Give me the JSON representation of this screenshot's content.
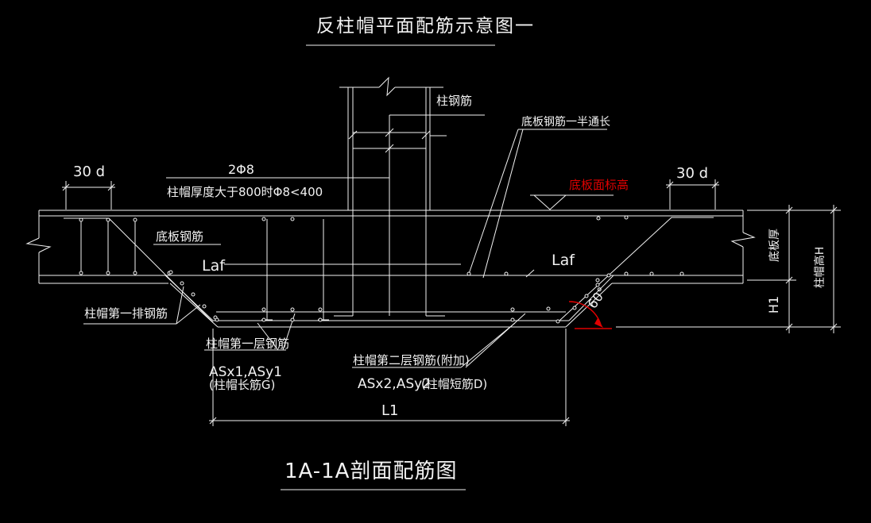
{
  "colors": {
    "background": "#000000",
    "line": "#f2f2f2",
    "annotation_red": "#e00000"
  },
  "titles": {
    "top": "反柱帽平面配筋示意图一",
    "bottom": "1A-1A剖面配筋图"
  },
  "labels": {
    "column_rebar": "柱钢筋",
    "slab_rebar_half_length": "底板钢筋一半通长",
    "slab_top_elevation": "底板面标高",
    "dim_30d_left": "30 d",
    "dim_30d_right": "30 d",
    "bars_2phi8": "2Φ8",
    "cap_thickness_note": "柱帽厚度大于800时Φ8<400",
    "slab_bottom_rebar": "底板钢筋",
    "laf_left": "Laf",
    "laf_right": "Laf",
    "cap_first_row_rebar": "柱帽第一排钢筋",
    "angle_60": "60°",
    "cap_first_layer_rebar": "柱帽第一层钢筋",
    "as_first": "ASx1,ASy1",
    "cap_long_bar": "(柱帽长筋G)",
    "cap_second_layer_rebar": "柱帽第二层钢筋(附加)",
    "as_second": "ASx2,ASy2",
    "cap_short_bar": "(柱帽短筋D)",
    "dim_l1": "L1",
    "dim_slab_thickness": "底板厚",
    "dim_h1": "H1",
    "dim_cap_height": "柱帽高H"
  }
}
